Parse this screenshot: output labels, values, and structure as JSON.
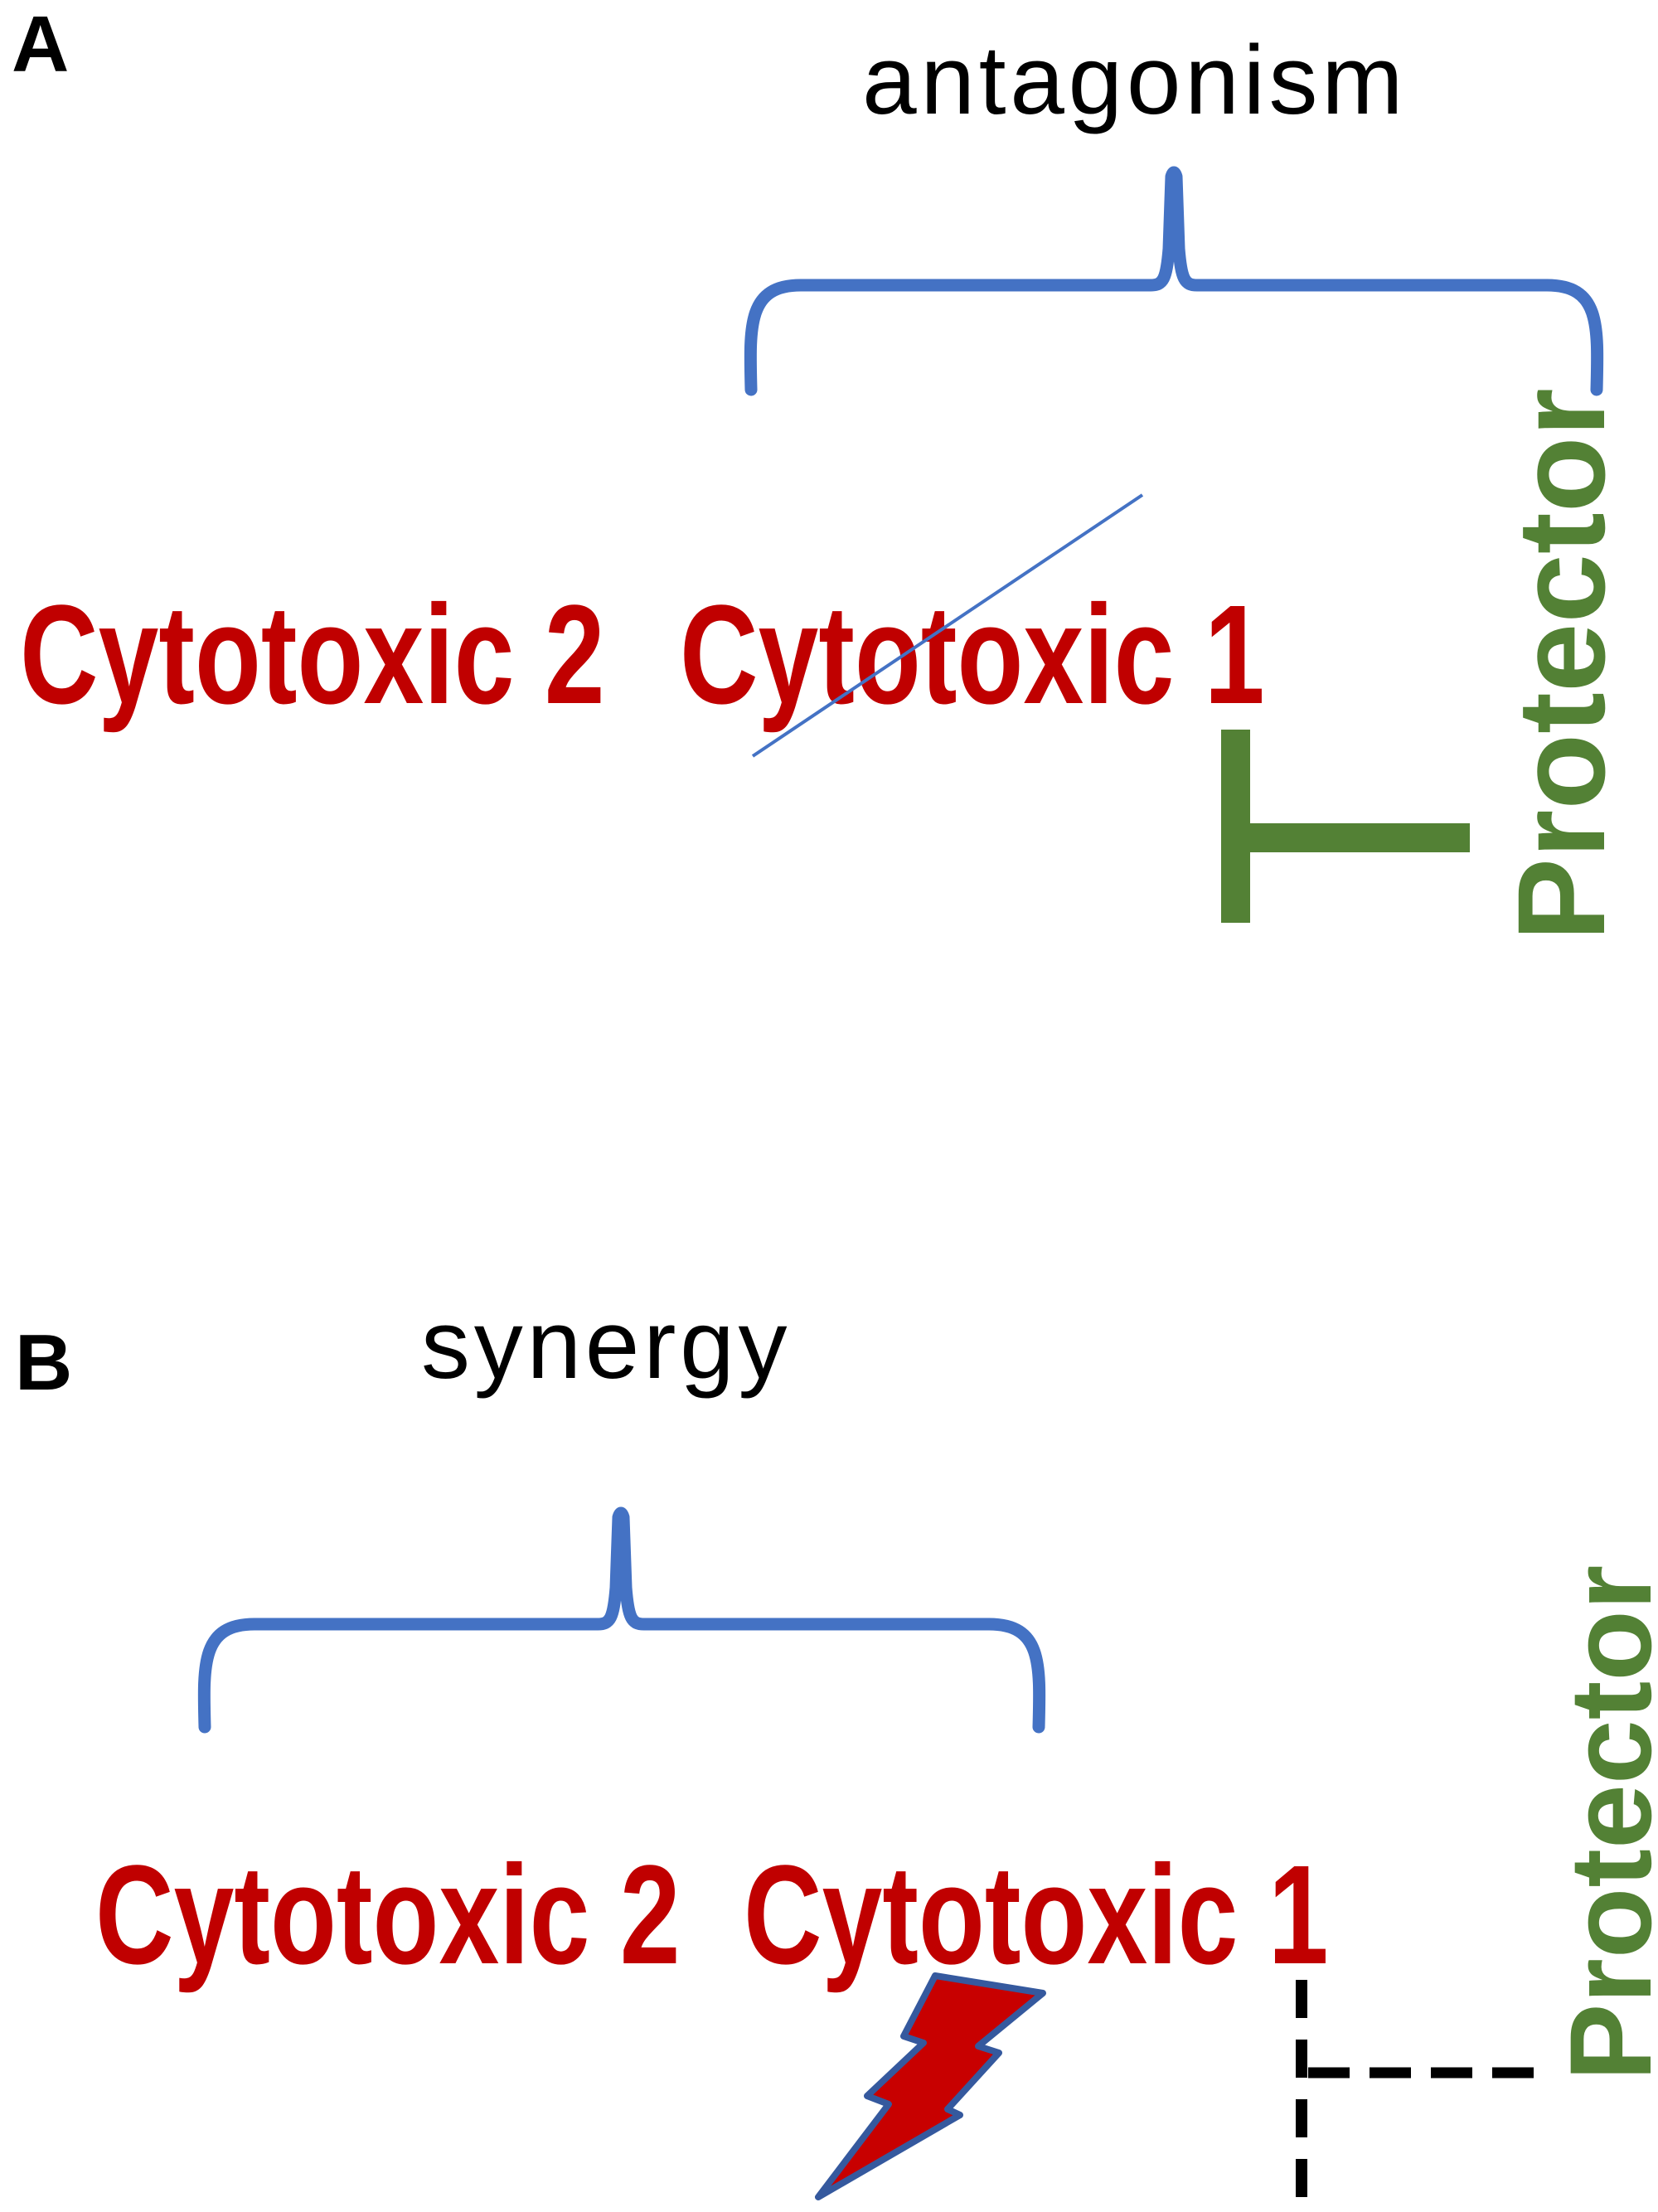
{
  "figure": {
    "panel_a": {
      "label": "A",
      "title": "antagonism",
      "drug_left": "Cytotoxic 2",
      "drug_right": "Cytotoxic 1",
      "protector": "Protector"
    },
    "panel_b": {
      "label": "B",
      "title": "synergy",
      "drug_left": "Cytotoxic 2",
      "drug_right": "Cytotoxic 1",
      "protector": "Protector"
    },
    "shapes": {
      "brace_a": "curly-brace-over-cytotoxic1-and-protector",
      "brace_b": "curly-brace-over-cytotoxic2-and-cytotoxic1",
      "strikethrough": "diagonal-line-through-cytotoxic1",
      "inhibition_solid": "green-t-bar-from-protector",
      "inhibition_dashed": "black-dashed-t-bar-from-protector",
      "bolt": "lightning-bolt-under-cytotoxic1"
    }
  },
  "colors": {
    "accent_blue": "#4472C4",
    "drug_red": "#C00000",
    "protector_green": "#538135",
    "bolt_fill": "#C80000",
    "bolt_outline": "#35599E",
    "dashed_black": "#000000"
  }
}
